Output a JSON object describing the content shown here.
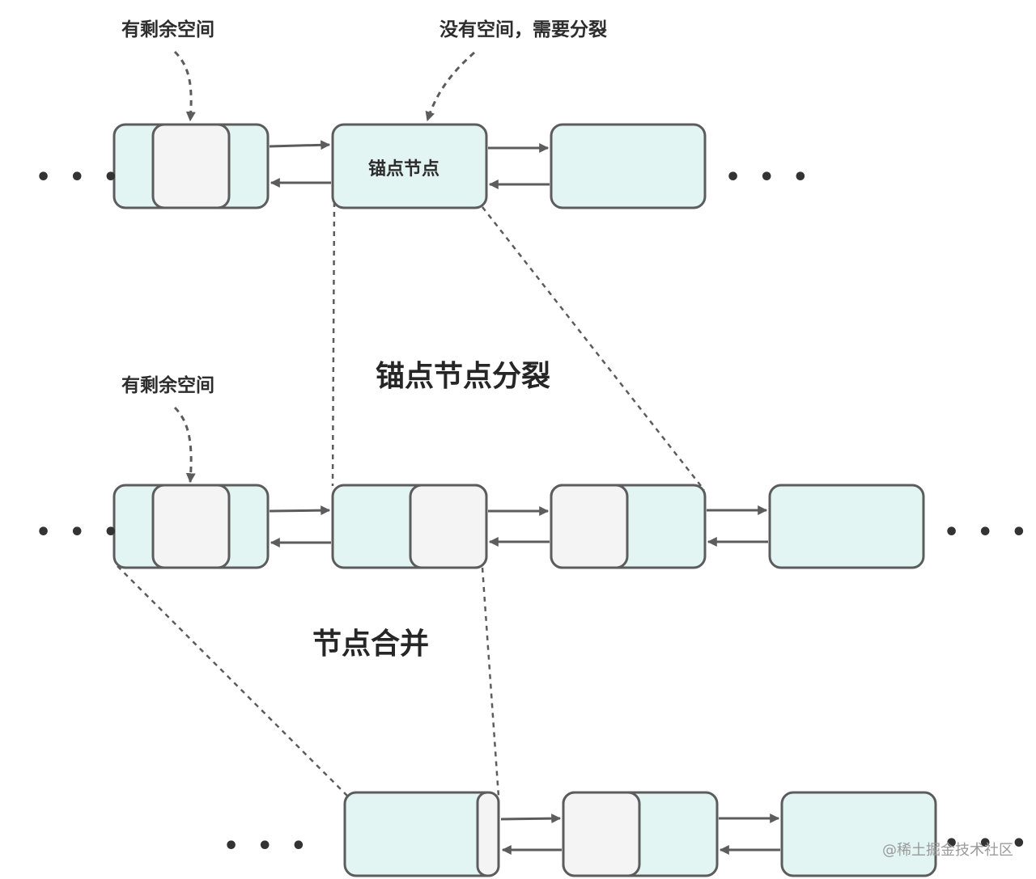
{
  "labels": {
    "remaining_space_top": "有剩余空间",
    "no_space_need_split": "没有空间，需要分裂",
    "anchor_node": "锚点节点",
    "remaining_space_middle": "有剩余空间",
    "split_heading": "锚点节点分裂",
    "merge_heading": "节点合并",
    "ellipsis": "• • •"
  },
  "watermark": "@稀土掘金技术社区",
  "colors": {
    "node_fill": "#e3f5f3",
    "slot_fill": "#f4f4f4",
    "stroke": "#5c5c5c"
  }
}
